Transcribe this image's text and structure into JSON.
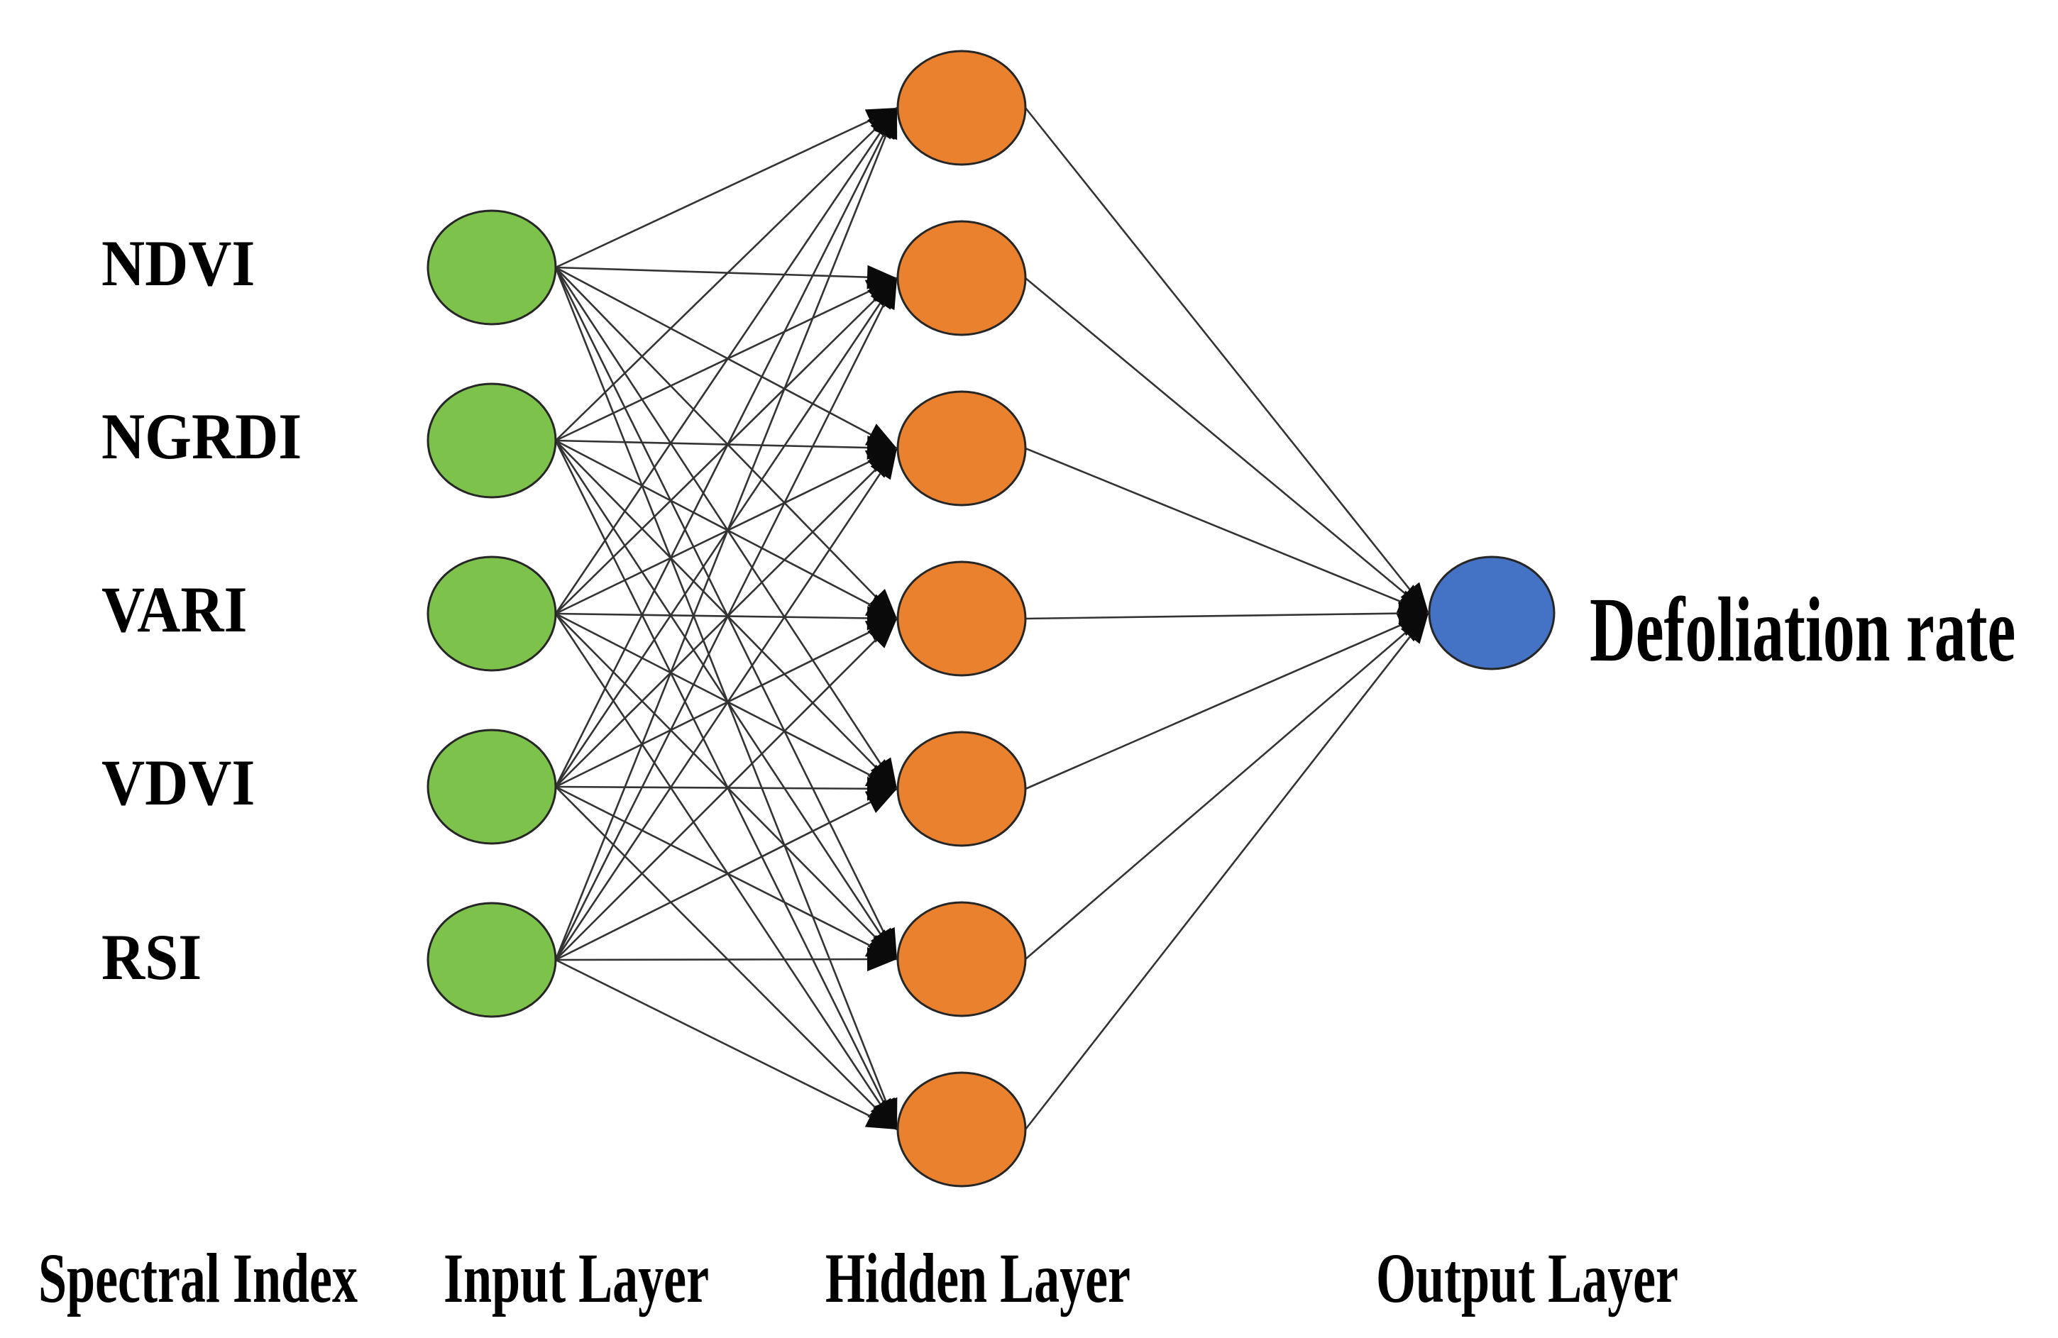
{
  "diagram": {
    "spectral_index_labels": [
      "NDVI",
      "NGRDI",
      "VARI",
      "VDVI",
      "RSI"
    ],
    "output_label": "Defoliation rate",
    "captions": {
      "spectral": "Spectral Index",
      "input": "Input Layer",
      "hidden": "Hidden Layer",
      "output": "Output Layer"
    },
    "layers": {
      "input_count": 5,
      "hidden_count": 7,
      "output_count": 1
    },
    "connections": {
      "input_to_hidden": "fully-connected",
      "hidden_to_output": "fully-connected",
      "arrow_style": "filled-triangle-at-target"
    },
    "colors": {
      "input_node": "#7DC24B",
      "hidden_node": "#EA812F",
      "output_node": "#4472C4",
      "node_border": "#262626",
      "edge_line": "#333333",
      "arrowhead": "#0a0a0a",
      "text": "#000000",
      "background": "#FFFFFF"
    }
  }
}
